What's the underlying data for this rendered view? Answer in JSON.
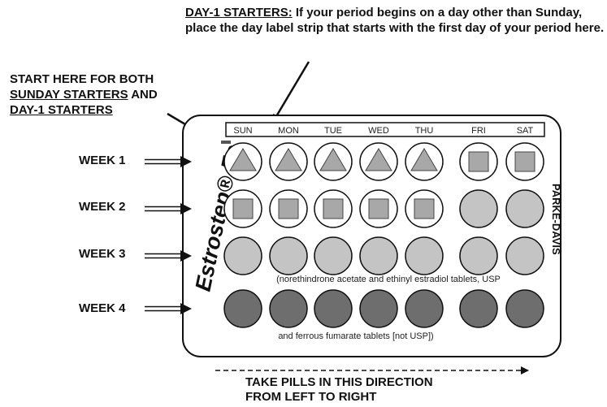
{
  "day1_callout": {
    "heading": "DAY-1 STARTERS:",
    "text": " If your period begins on a day other than Sunday, place the day label strip that starts with the first day of your period here."
  },
  "start_callout": {
    "line1": "START HERE FOR BOTH",
    "line2a": "SUNDAY STARTERS",
    "line2b": " AND",
    "line3": "DAY-1 STARTERS"
  },
  "days": [
    "SUN",
    "MON",
    "TUE",
    "WED",
    "THU",
    "FRI",
    "SAT"
  ],
  "weeks": [
    "WEEK 1",
    "WEEK 2",
    "WEEK 3",
    "WEEK 4"
  ],
  "brand": "Estrostep® Fe",
  "manufacturer": "PARKE-DAVIS",
  "ingredients_line1": "(norethindrone acetate and ethinyl estradiol tablets, USP",
  "ingredients_line2": "and ferrous fumarate tablets [not USP])",
  "direction": {
    "line1": "TAKE PILLS IN THIS DIRECTION",
    "line2": "FROM LEFT TO RIGHT"
  },
  "tablet_grid": [
    [
      "triangle",
      "triangle",
      "triangle",
      "triangle",
      "triangle",
      "square",
      "square"
    ],
    [
      "square",
      "square",
      "square",
      "square",
      "square",
      "plain",
      "plain"
    ],
    [
      "plain",
      "plain",
      "plain",
      "plain",
      "plain",
      "plain",
      "plain"
    ],
    [
      "dark",
      "dark",
      "dark",
      "dark",
      "dark",
      "dark",
      "dark"
    ]
  ],
  "colors": {
    "tablet_light": "#c4c4c4",
    "tablet_dark": "#6e6e6e",
    "tablet_mark": "#a8a8a8",
    "outline": "#111111"
  }
}
